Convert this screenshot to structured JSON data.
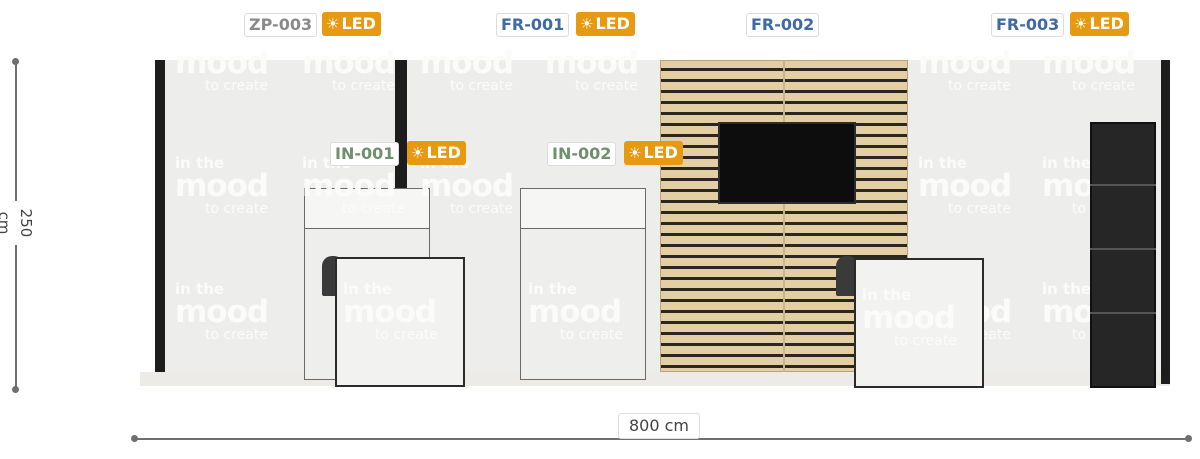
{
  "dimensions": {
    "height_label": "250 cm",
    "width_label": "800 cm"
  },
  "led_label": "LED",
  "tags": {
    "zp003": "ZP-003",
    "fr001": "FR-001",
    "fr002": "FR-002",
    "fr003": "FR-003",
    "in001": "IN-001",
    "in002": "IN-002"
  },
  "watermark": {
    "line1": "in the",
    "line2": "mood",
    "line3": "to create"
  },
  "colors": {
    "led": "#e69a12",
    "fr": "#3f6aa3",
    "in": "#6f8f6f",
    "zp": "#8a8a8a"
  }
}
